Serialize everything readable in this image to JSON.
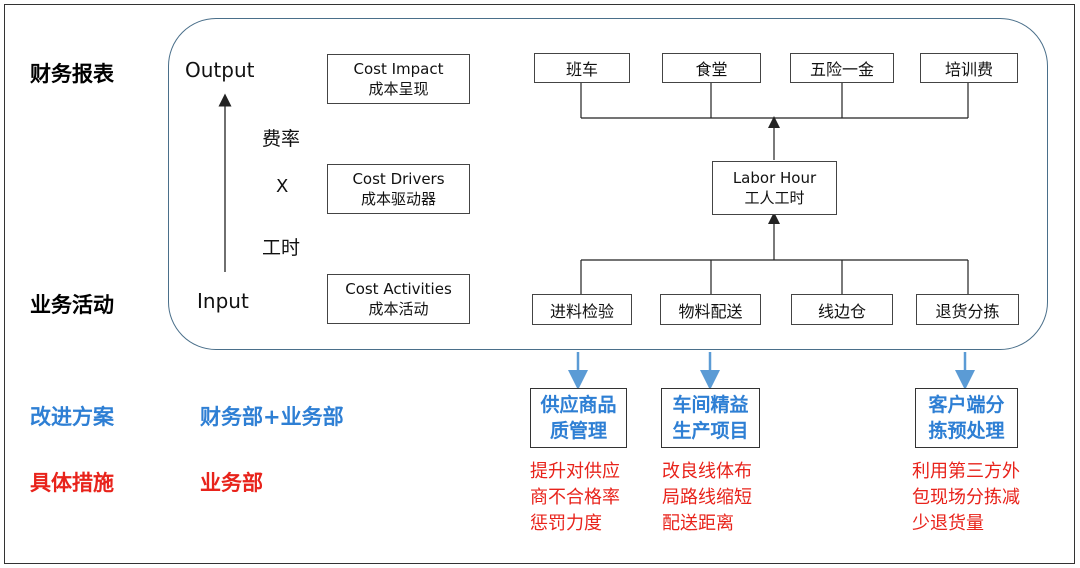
{
  "left_labels": {
    "financial": "财务报表",
    "business": "业务活动",
    "plan": "改进方案",
    "measures": "具体措施",
    "plan_value": "财务部+业务部",
    "measures_value": "业务部"
  },
  "axis": {
    "output": "Output",
    "input": "Input",
    "rate": "费率",
    "times": "X",
    "hours": "工时"
  },
  "cost_boxes": {
    "impact_en": "Cost Impact",
    "impact_cn": "成本呈现",
    "drivers_en": "Cost Drivers",
    "drivers_cn": "成本驱动器",
    "activities_en": "Cost Activities",
    "activities_cn": "成本活动"
  },
  "top_items": [
    "班车",
    "食堂",
    "五险一金",
    "培训费"
  ],
  "labor": {
    "en": "Labor Hour",
    "cn": "工人工时"
  },
  "bottom_items": [
    "进料检验",
    "物料配送",
    "线边仓",
    "退货分拣"
  ],
  "projects": [
    {
      "line1": "供应商品",
      "line2": "质管理",
      "m1": "提升对供应",
      "m2": "商不合格率",
      "m3": "惩罚力度"
    },
    {
      "line1": "车间精益",
      "line2": "生产项目",
      "m1": "改良线体布",
      "m2": "局路线缩短",
      "m3": "配送距离"
    },
    {
      "line1": "客户端分",
      "line2": "拣预处理",
      "m1": "利用第三方外",
      "m2": "包现场分拣减",
      "m3": "少退货量"
    }
  ],
  "colors": {
    "blue": "#2e7fd4",
    "red": "#e8231b",
    "frame": "#4a6f8a",
    "arrow": "#5b9bd5"
  }
}
